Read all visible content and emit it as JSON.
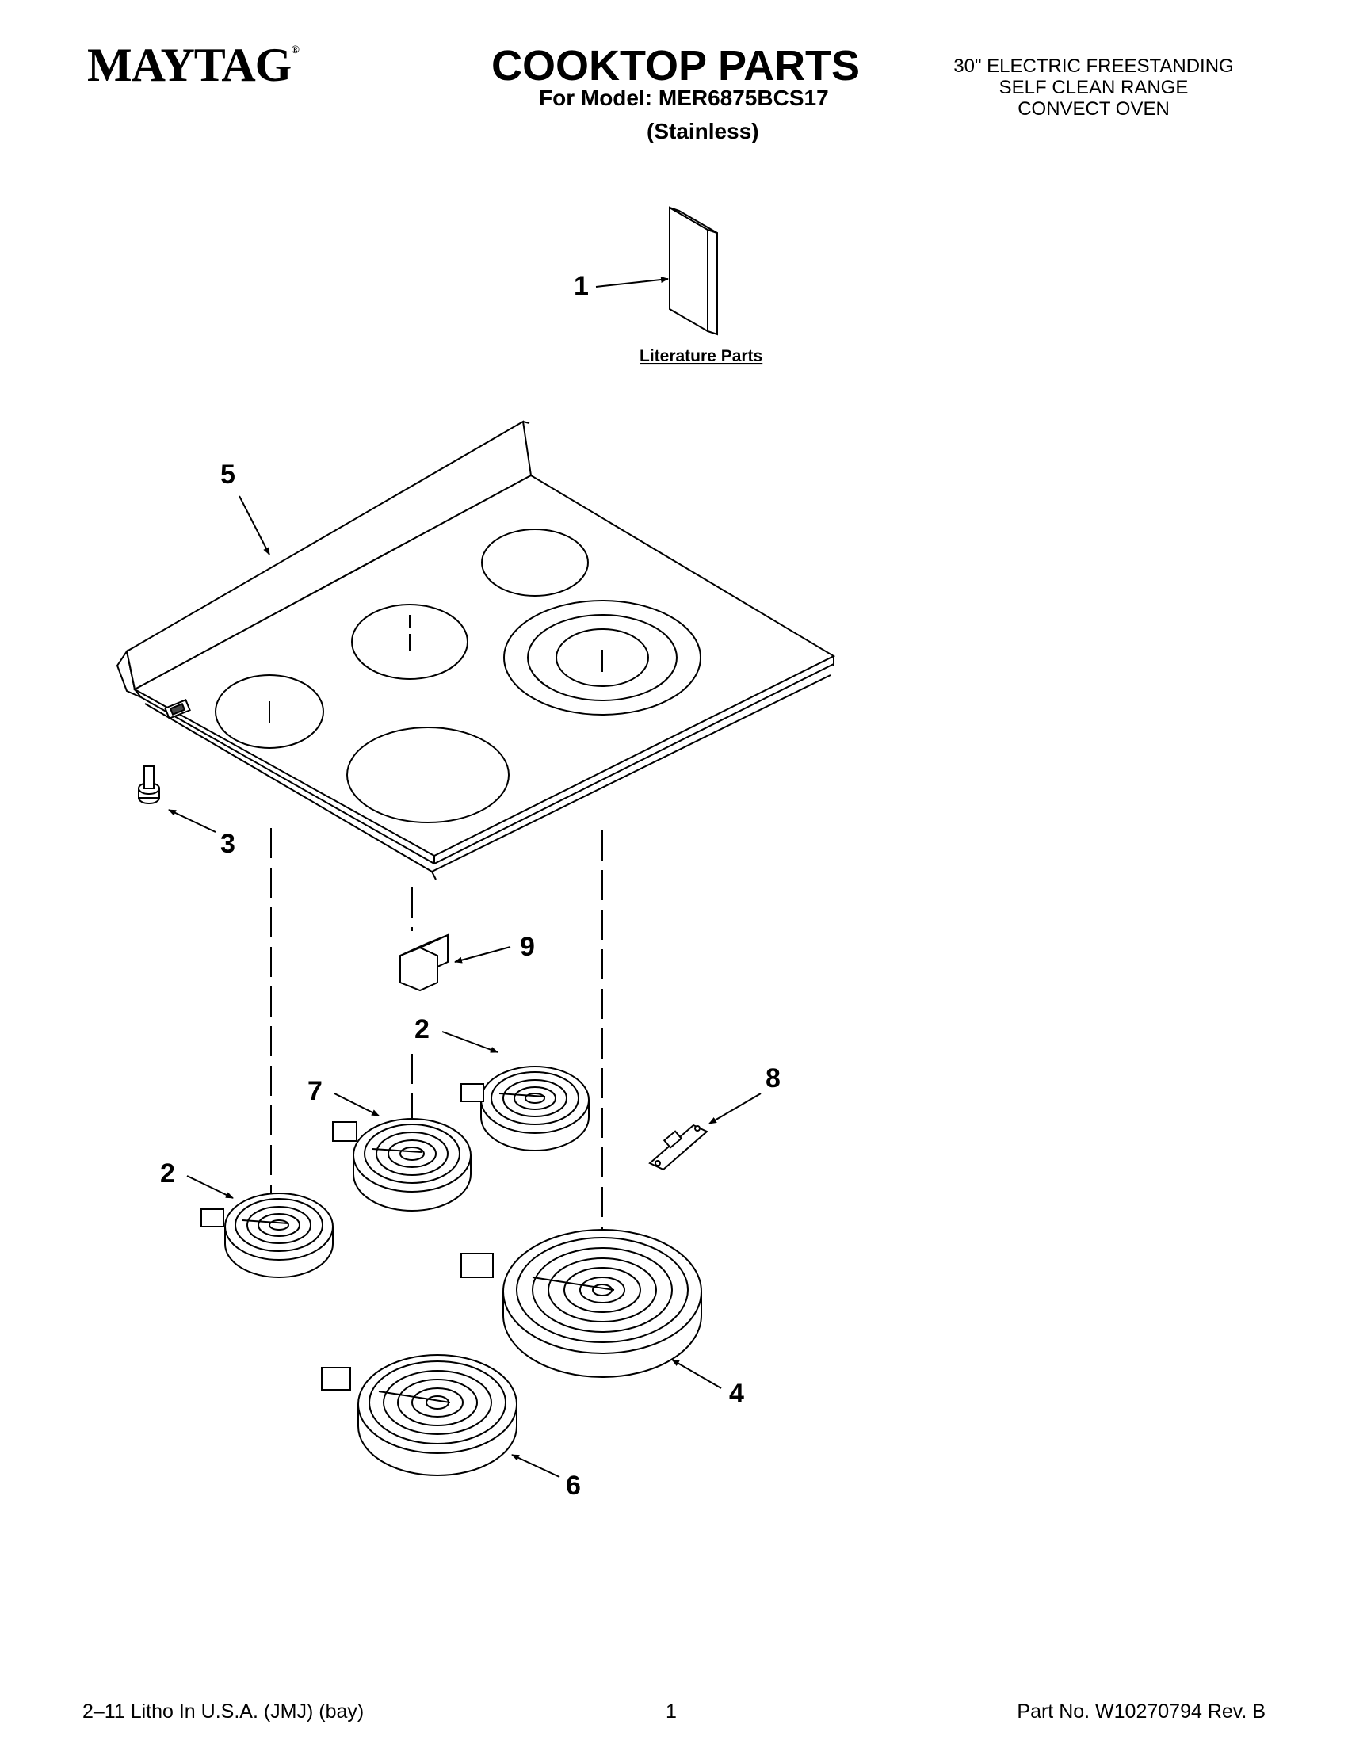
{
  "header": {
    "brand": "MAYTAG",
    "brand_mark": "®",
    "title": "COOKTOP PARTS",
    "model_line": "For Model: MER6875BCS17",
    "variant": "(Stainless)",
    "description": [
      "30\" ELECTRIC FREESTANDING",
      "SELF CLEAN RANGE",
      "CONVECT OVEN"
    ]
  },
  "diagram": {
    "literature_caption": "Literature Parts",
    "callouts": {
      "c1": "1",
      "c2a": "2",
      "c2b": "2",
      "c3": "3",
      "c4": "4",
      "c5": "5",
      "c6": "6",
      "c7": "7",
      "c8": "8",
      "c9": "9"
    }
  },
  "footer": {
    "left": "2–11 Litho In U.S.A. (JMJ) (bay)",
    "page": "1",
    "right": "Part No. W10270794 Rev. B"
  }
}
